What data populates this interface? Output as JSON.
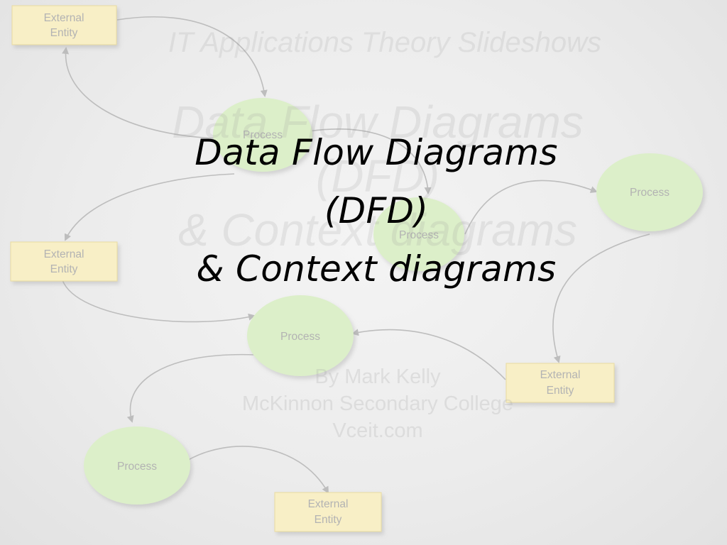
{
  "slide": {
    "header": "IT Applications Theory Slideshows",
    "ghost_title": [
      "Data Flow Diagrams",
      "(DFD)",
      "& Context diagrams"
    ],
    "title": [
      "Data Flow Diagrams",
      "(DFD)",
      "& Context diagrams"
    ],
    "author": [
      "By Mark Kelly",
      "McKinnon Secondary College",
      "Vceit.com"
    ]
  },
  "background_diagram": {
    "external_entity_label": [
      "External",
      "Entity"
    ],
    "process_label": "Process",
    "colors": {
      "entity_fill": "#f8efc6",
      "entity_border": "#e9dba0",
      "process_fill": "#dcefc9",
      "flow_line": "#bdbdbd"
    }
  }
}
